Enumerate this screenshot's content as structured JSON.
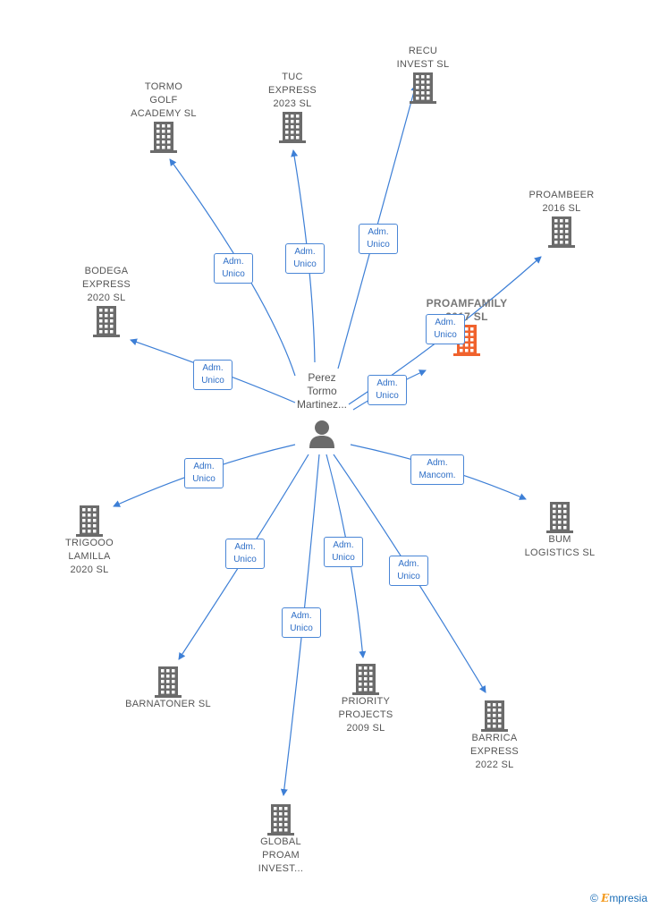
{
  "center": {
    "label": "Perez\nTormo\nMartinez..."
  },
  "companies": [
    {
      "id": "tormo",
      "label": "TORMO\nGOLF\nACADEMY  SL",
      "color": "#6b6b6b"
    },
    {
      "id": "tuc",
      "label": "TUC\nEXPRESS\n2023  SL",
      "color": "#6b6b6b"
    },
    {
      "id": "recu",
      "label": "RECU\nINVEST  SL",
      "color": "#6b6b6b"
    },
    {
      "id": "proambeer",
      "label": "PROAMBEER\n2016  SL",
      "color": "#6b6b6b"
    },
    {
      "id": "proamfamily",
      "label": "PROAMFAMILY\n2017  SL",
      "color": "#f0622d"
    },
    {
      "id": "bodega",
      "label": "BODEGA\nEXPRESS\n2020  SL",
      "color": "#6b6b6b"
    },
    {
      "id": "trigooo",
      "label": "TRIGOOO\nLAMILLA\n2020  SL",
      "color": "#6b6b6b"
    },
    {
      "id": "bum",
      "label": "BUM\nLOGISTICS SL",
      "color": "#6b6b6b"
    },
    {
      "id": "barnatoner",
      "label": "BARNATONER SL",
      "color": "#6b6b6b"
    },
    {
      "id": "priority",
      "label": "PRIORITY\nPROJECTS\n2009 SL",
      "color": "#6b6b6b"
    },
    {
      "id": "barrica",
      "label": "BARRICA\nEXPRESS\n2022  SL",
      "color": "#6b6b6b"
    },
    {
      "id": "global",
      "label": "GLOBAL\nPROAM\nINVEST...",
      "color": "#6b6b6b"
    }
  ],
  "edges": [
    {
      "to": "tormo",
      "label": "Adm.\nUnico"
    },
    {
      "to": "tuc",
      "label": "Adm.\nUnico"
    },
    {
      "to": "recu",
      "label": "Adm.\nUnico"
    },
    {
      "to": "proambeer",
      "label": "Adm.\nUnico"
    },
    {
      "to": "proamfamily",
      "label": "Adm.\nUnico"
    },
    {
      "to": "bodega",
      "label": "Adm.\nUnico"
    },
    {
      "to": "trigooo",
      "label": "Adm.\nUnico"
    },
    {
      "to": "bum",
      "label": "Adm.\nMancom."
    },
    {
      "to": "barnatoner",
      "label": "Adm.\nUnico"
    },
    {
      "to": "priority",
      "label": "Adm.\nUnico"
    },
    {
      "to": "barrica",
      "label": "Adm.\nUnico"
    },
    {
      "to": "global",
      "label": "Adm.\nUnico"
    }
  ],
  "footer": {
    "copyright": "©",
    "brand_initial": "E",
    "brand_rest": "mpresia"
  },
  "colors": {
    "line": "#3d7fd6",
    "badge_border": "#4a86d6",
    "badge_text": "#2f6fc7",
    "icon_default": "#6b6b6b",
    "icon_highlight": "#f0622d"
  }
}
